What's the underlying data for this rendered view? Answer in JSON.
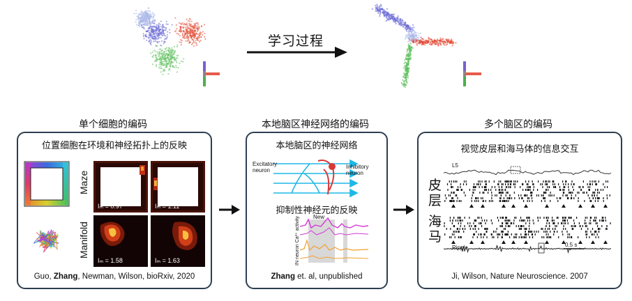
{
  "top": {
    "arrow_label": "学习过程"
  },
  "sections": [
    {
      "title": "单个细胞的编码",
      "subtitle": "位置细胞在环境和神经拓扑上的反映",
      "row_labels": [
        "Maze",
        "Manifold"
      ],
      "stats": [
        "Iₘ = 0.97",
        "Iₘ = 1.11",
        "Iₘ = 1.58",
        "Iₘ = 1.63"
      ],
      "citation_pre": "Guo, ",
      "citation_bold": "Zhang",
      "citation_post": ", Newman, Wilson, bioRxiv, 2020"
    },
    {
      "title": "本地脑区神经网络的编码",
      "subtitle": "本地脑区的神经网络",
      "label_excitatory": "Excitatory neuron",
      "label_inhibitory": "Inhibitory neuron",
      "subtitle2": "抑制性神经元的反映",
      "label_new_space": "New space",
      "label_axis": "IN neuron Ca²⁺ activity",
      "citation_bold": "Zhang",
      "citation_post": " et. al, unpublished"
    },
    {
      "title": "多个脑区的编码",
      "subtitle": "视觉皮层和海马体的信息交互",
      "label_l5": "L5",
      "label_cortex": "皮层",
      "label_hippo": "海马",
      "label_ripple": "Ripple",
      "label_scale": "0.5 s",
      "citation": "Ji, Wilson, Nature Neuroscience. 2007"
    }
  ],
  "colors": {
    "panel_border": "#2c3e50",
    "arrow": "#111111",
    "cloud_red": "#e24a33",
    "cloud_blue": "#6b6bd6",
    "cloud_green": "#5cbf5c",
    "cyan": "#1fb8e6",
    "inhib_red": "#d93838",
    "trace_magenta": "#d43bd4",
    "trace_orange": "#f0a030"
  }
}
